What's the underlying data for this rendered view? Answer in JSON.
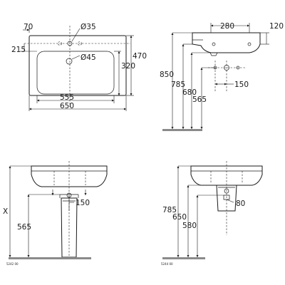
{
  "views": {
    "top": {
      "dim_70": "70",
      "dim_d35": "Ø35",
      "dim_215": "215",
      "dim_d45": "Ø45",
      "dim_470": "470",
      "dim_320": "320",
      "dim_555": "555",
      "dim_650": "650"
    },
    "side": {
      "dim_280": "280",
      "dim_120": "120",
      "dim_850": "850",
      "dim_785": "785",
      "dim_680": "680",
      "dim_565": "565",
      "dim_150": "150"
    },
    "pedestal": {
      "dim_x": "X",
      "dim_565": "565",
      "dim_150": "150",
      "code": "5242 00"
    },
    "semi_pedestal": {
      "dim_785": "785",
      "dim_650": "650",
      "dim_580": "580",
      "dim_80": "80",
      "code": "5244 00"
    }
  }
}
